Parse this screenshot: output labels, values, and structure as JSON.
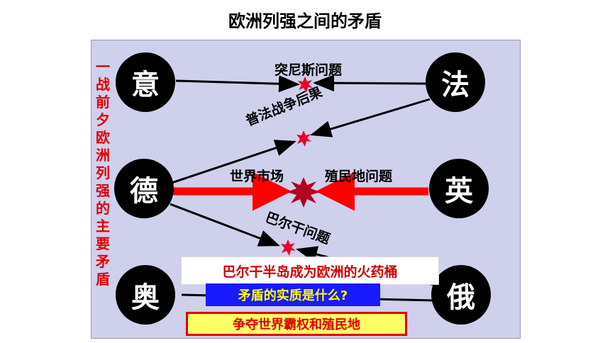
{
  "title": "欧洲列强之间的矛盾",
  "sidebar": [
    "一",
    "战",
    "前",
    "夕",
    "欧",
    "洲",
    "列",
    "强",
    "的",
    "主",
    "要",
    "矛",
    "盾"
  ],
  "nodes": {
    "italy": "意",
    "france": "法",
    "germany": "德",
    "britain": "英",
    "austria": "奥",
    "russia": "俄"
  },
  "labels": {
    "tunisia": "突尼斯问题",
    "franco_prussian": "普法战争后果",
    "world_market": "世界市场",
    "colonies": "殖民地问题",
    "balkans": "巴尔干问题"
  },
  "callouts": {
    "powder_keg": "巴尔干半岛成为欧洲的火药桶",
    "question": "矛盾的实质是什么?",
    "answer": "争夺世界霸权和殖民地"
  },
  "colors": {
    "panel": "#cfd0ec",
    "sidebar_text": "#e00000",
    "thick_arrow": "#ff0000",
    "burst": "#e8002a"
  }
}
